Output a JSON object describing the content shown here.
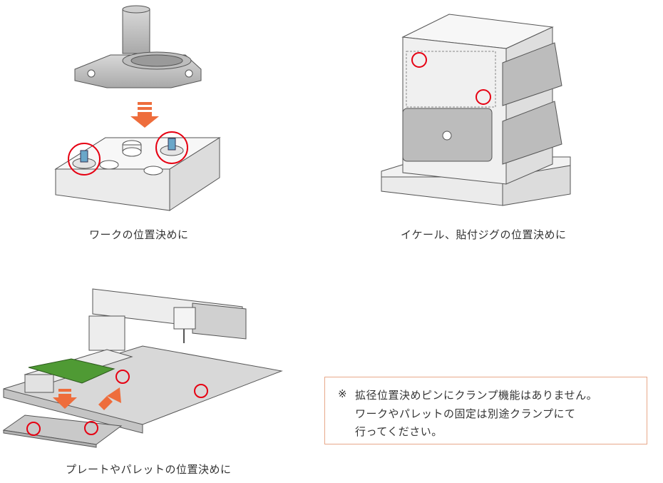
{
  "captions": {
    "top_left": "ワークの位置決めに",
    "top_right": "イケール、貼付ジグの位置決めに",
    "bottom_left": "プレートやパレットの位置決めに"
  },
  "note": {
    "mark": "※",
    "line1": "拡径位置決めピンにクランプ機能はありません。",
    "line2": "ワークやパレットの固定は別途クランプにて",
    "line3": "行ってください。"
  },
  "colors": {
    "accent_red": "#e60012",
    "arrow_orange": "#ee6d3c",
    "pallet_green": "#4f9a34",
    "note_border": "#e8a88a"
  }
}
